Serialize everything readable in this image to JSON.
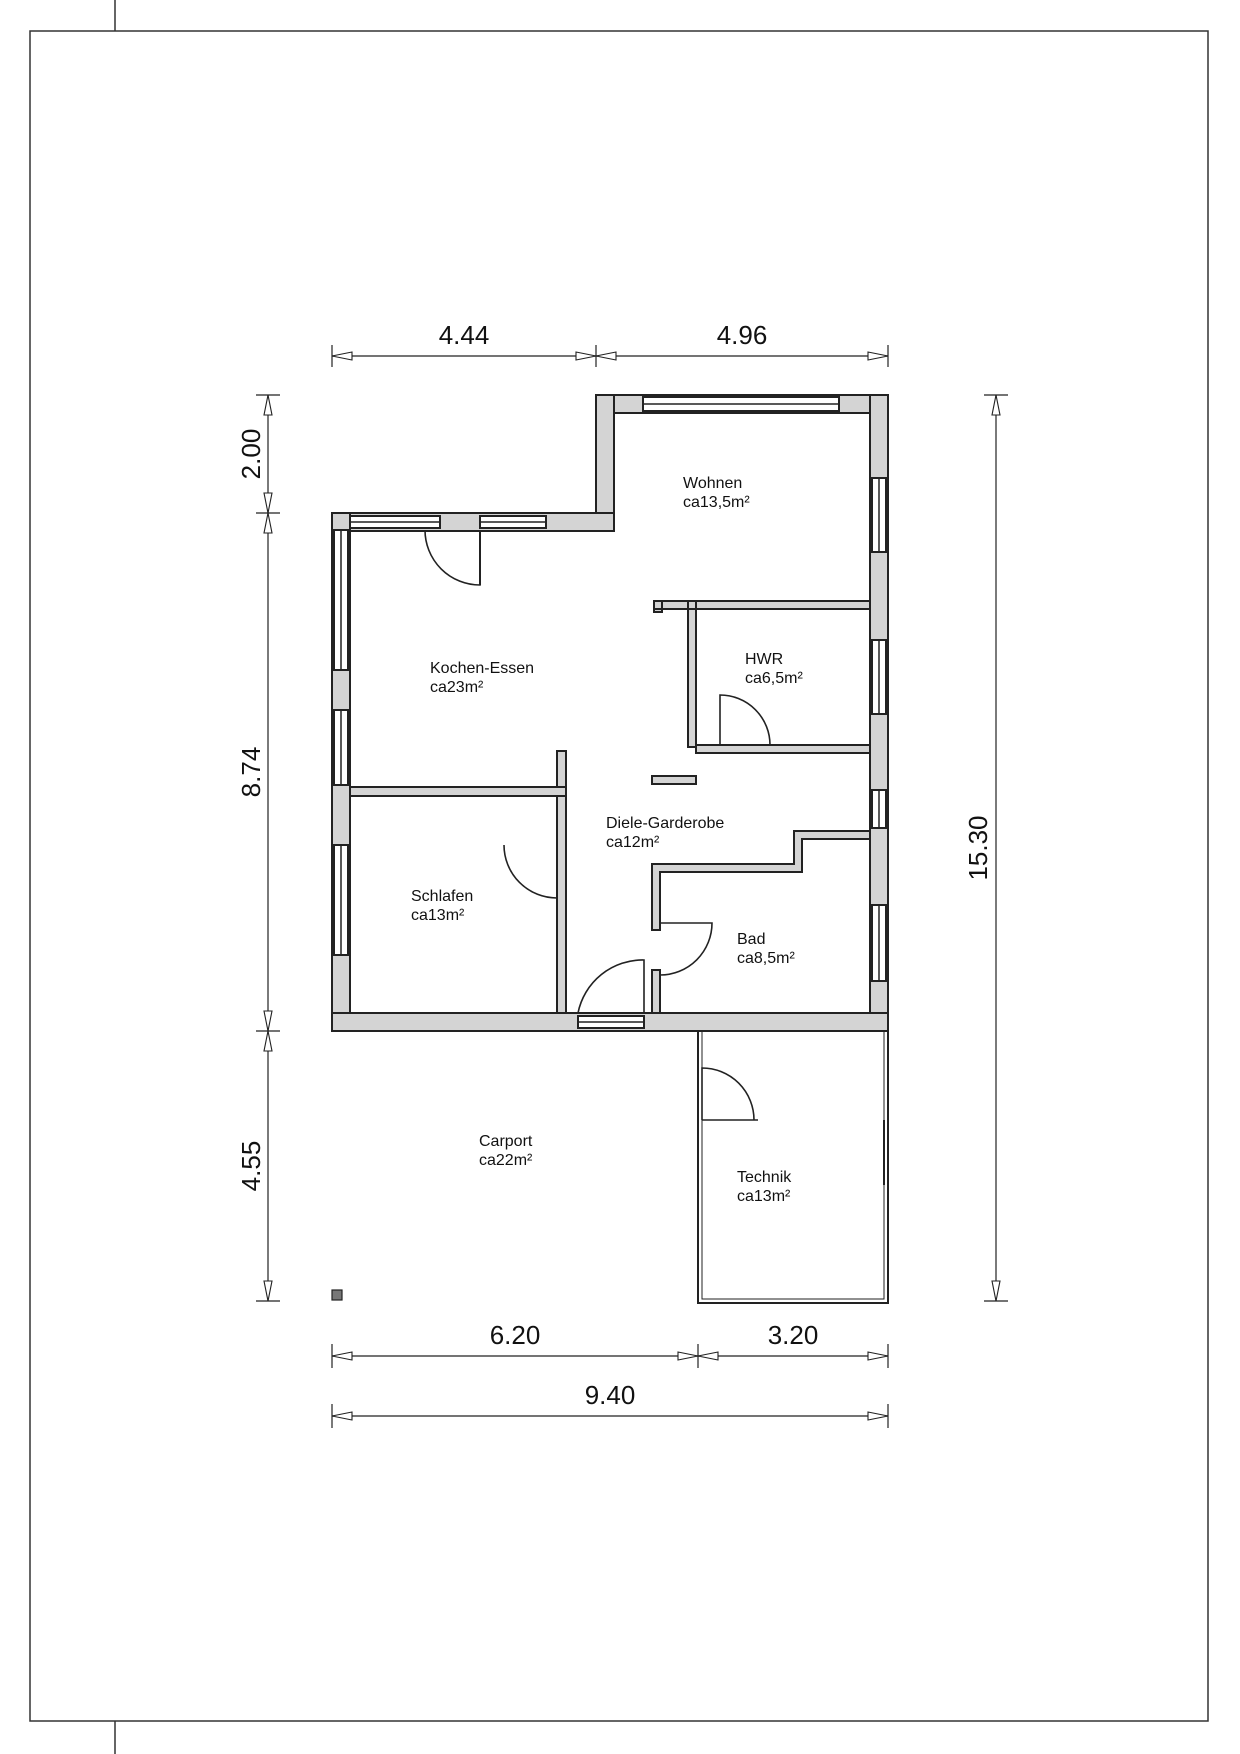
{
  "rooms": [
    {
      "id": "wohnen",
      "name": "Wohnen",
      "area": "ca13,5m²"
    },
    {
      "id": "kochen",
      "name": "Kochen-Essen",
      "area": "ca23m²"
    },
    {
      "id": "hwr",
      "name": "HWR",
      "area": "ca6,5m²"
    },
    {
      "id": "diele",
      "name": "Diele-Garderobe",
      "area": "ca12m²"
    },
    {
      "id": "schlafen",
      "name": "Schlafen",
      "area": "ca13m²"
    },
    {
      "id": "bad",
      "name": "Bad",
      "area": "ca8,5m²"
    },
    {
      "id": "carport",
      "name": "Carport",
      "area": "ca22m²"
    },
    {
      "id": "technik",
      "name": "Technik",
      "area": "ca13m²"
    }
  ],
  "dimensions": {
    "top_left": "4.44",
    "top_right": "4.96",
    "left_top": "2.00",
    "left_middle": "8.74",
    "left_bottom": "4.55",
    "right_total": "15.30",
    "bottom_left": "6.20",
    "bottom_right": "3.20",
    "bottom_total": "9.40"
  }
}
